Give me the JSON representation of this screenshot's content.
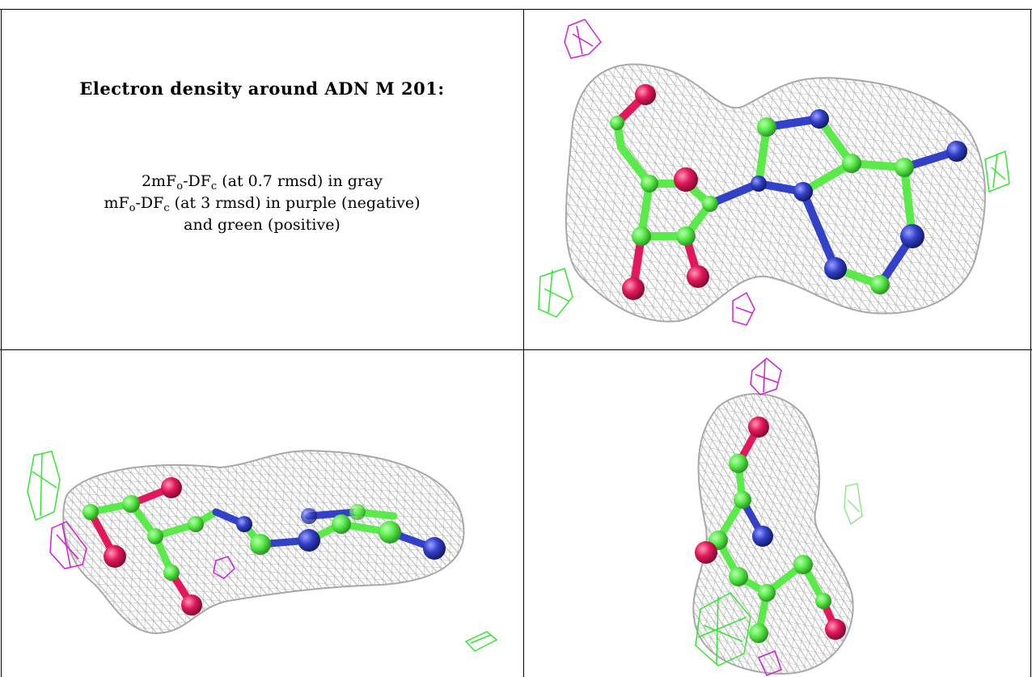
{
  "caption": {
    "title": "Electron density around ADN M 201:",
    "line1_prefix": "2mF",
    "line1_sub1": "o",
    "line1_mid": "-DF",
    "line1_sub2": "c",
    "line1_suffix": " (at 0.7 rmsd) in gray",
    "line2_prefix": "mF",
    "line2_sub1": "o",
    "line2_mid": "-DF",
    "line2_sub2": "c",
    "line2_suffix": " (at 3 rmsd) in purple (negative)",
    "line3": "and green (positive)"
  },
  "colors": {
    "mesh_gray": "#bdbdbd",
    "negative_purple": "#d21ed2",
    "positive_green": "#33e633",
    "carbon_green": "#5aea4a",
    "oxygen_red": "#e2185a",
    "nitrogen_blue": "#3340c8"
  }
}
